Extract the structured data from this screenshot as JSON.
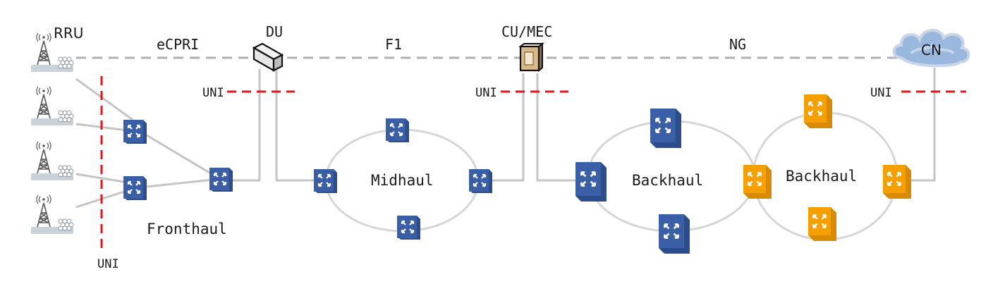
{
  "labels": {
    "rru": "RRU",
    "ecpri": "eCPRI",
    "du": "DU",
    "f1": "F1",
    "cu_mec": "CU/MEC",
    "ng": "NG",
    "cn": "CN",
    "uni_du": "UNI",
    "uni_cu": "UNI",
    "uni_cn": "UNI",
    "uni_bottom": "UNI",
    "fronthaul": "Fronthaul",
    "midhaul": "Midhaul",
    "backhaul_1": "Backhaul",
    "backhaul_2": "Backhaul"
  },
  "colors": {
    "switch_blue": "#3a5fa6",
    "switch_orange": "#f5a000",
    "uni_line": "#e8141b",
    "link_gray": "#c4c4c4",
    "ring_gray": "#d6d6d6",
    "dashed_gray": "#b0b0b0",
    "cloud_blue": "#9ab8de"
  },
  "icons": {
    "antenna": "cell-tower-icon",
    "switch": "network-switch-icon",
    "du": "du-server-icon",
    "cu": "cu-mec-server-icon",
    "cloud": "cloud-icon"
  }
}
